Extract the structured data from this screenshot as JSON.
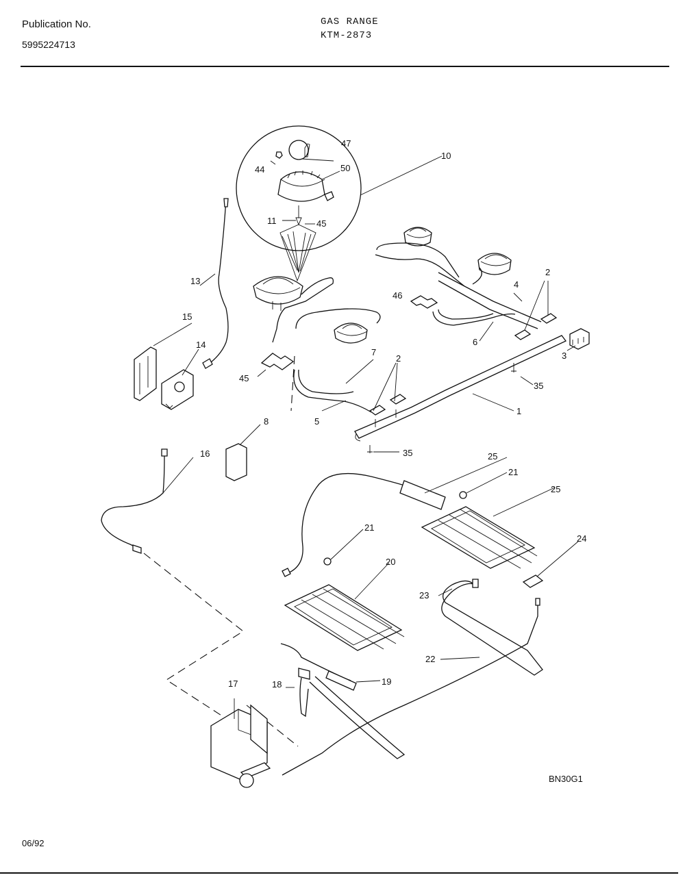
{
  "header": {
    "publication_label": "Publication No.",
    "publication_number": "5995224713",
    "product": "GAS RANGE",
    "model": "KTM-2873"
  },
  "footer": {
    "date": "06/92"
  },
  "diagram": {
    "drawing_code": "BN30G1",
    "callouts": [
      "47",
      "44",
      "50",
      "10",
      "11",
      "45",
      "13",
      "15",
      "14",
      "2",
      "4",
      "46",
      "6",
      "3",
      "7",
      "2",
      "45",
      "5",
      "1",
      "35",
      "8",
      "35",
      "16",
      "25",
      "21",
      "25",
      "21",
      "24",
      "20",
      "23",
      "22",
      "17",
      "18",
      "19"
    ]
  }
}
